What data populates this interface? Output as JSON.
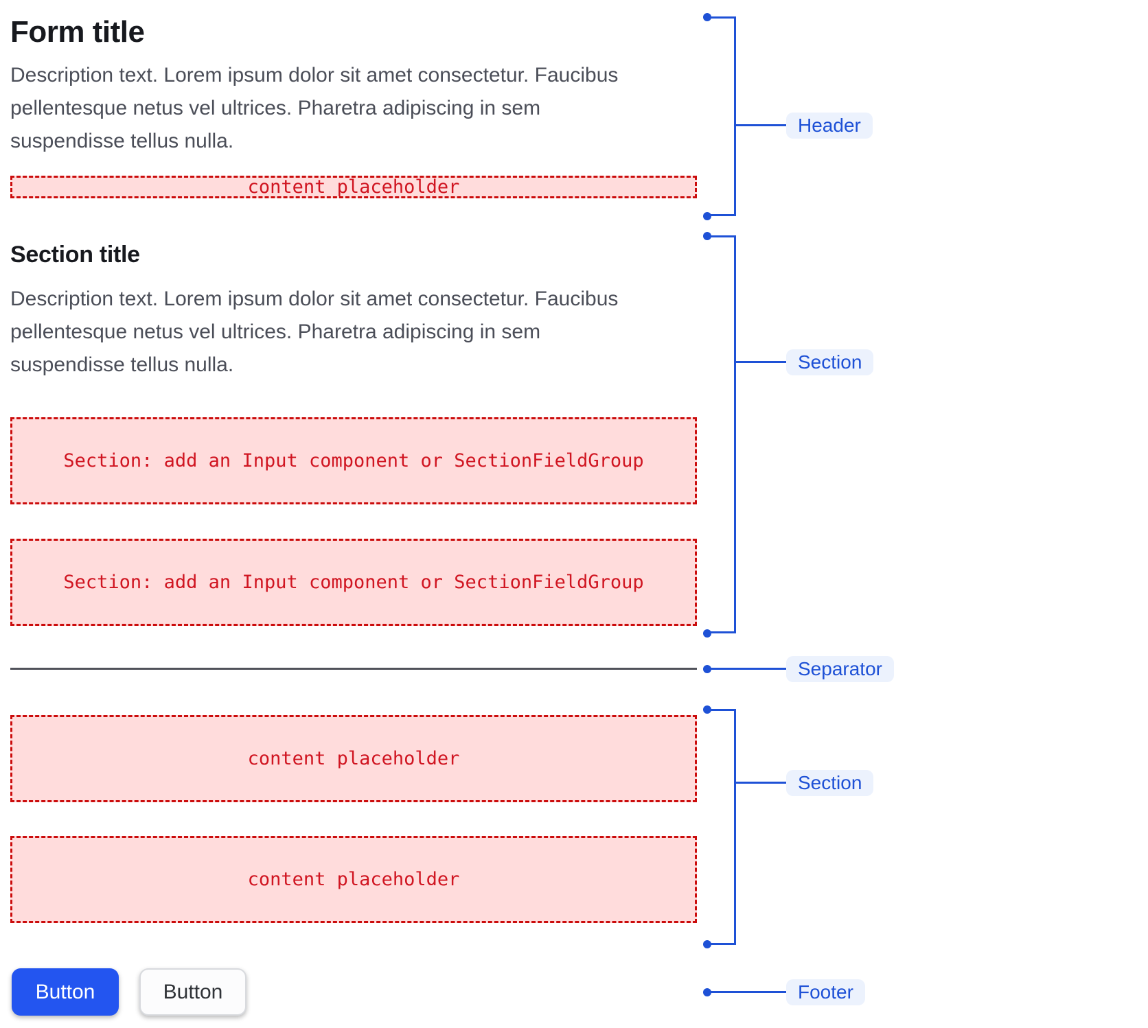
{
  "form": {
    "header": {
      "title": "Form title",
      "description": "Description text. Lorem ipsum dolor sit amet consectetur. Faucibus pellentesque netus vel ultrices. Pharetra adipiscing in sem suspendisse tellus nulla.",
      "content_placeholder": "content placeholder"
    },
    "section": {
      "title": "Section title",
      "description": "Description text. Lorem ipsum dolor sit amet consectetur. Faucibus pellentesque netus vel ultrices. Pharetra adipiscing in sem suspendisse tellus nulla.",
      "field_placeholders": [
        "Section: add an Input component or SectionFieldGroup",
        "Section: add an Input component or SectionFieldGroup"
      ]
    },
    "content_section": {
      "content_placeholders": [
        "content placeholder",
        "content placeholder"
      ]
    },
    "footer": {
      "primary_button_label": "Button",
      "secondary_button_label": "Button"
    }
  },
  "annotations": {
    "header": "Header",
    "section_top": "Section",
    "separator": "Separator",
    "section_bottom": "Section",
    "footer": "Footer"
  },
  "colors": {
    "annotation_blue": "#1e51d6",
    "annotation_label_bg": "#ecf2fd",
    "placeholder_bg": "#ffdcdc",
    "placeholder_border": "#cb0c0c",
    "placeholder_text": "#d01521",
    "primary_button_bg": "#2355f0",
    "secondary_button_bg": "#fcfcfd",
    "separator_line": "#50525a",
    "title_text": "#17191e",
    "description_text": "#4b4e58"
  }
}
